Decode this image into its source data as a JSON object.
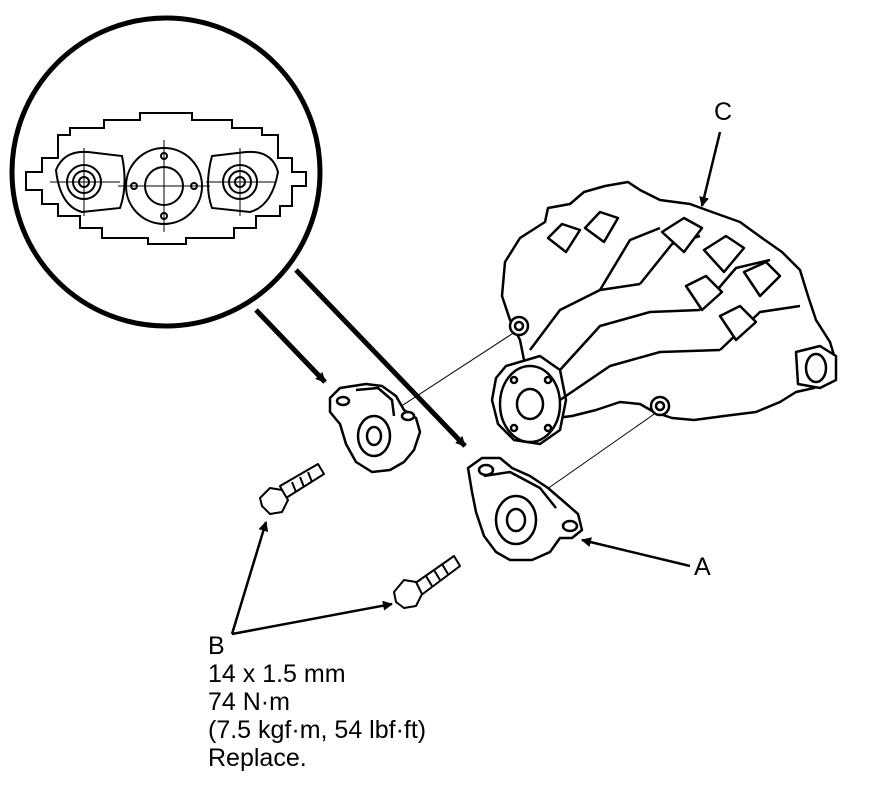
{
  "labels": {
    "a": "A",
    "b": "B",
    "c": "C"
  },
  "spec": {
    "thread": "14 x 1.5 mm",
    "torque": "74 N·m",
    "torque_alt": "(7.5 kgf·m, 54 lbf·ft)",
    "note": "Replace."
  },
  "colors": {
    "ink": "#000000",
    "paper": "#ffffff"
  }
}
